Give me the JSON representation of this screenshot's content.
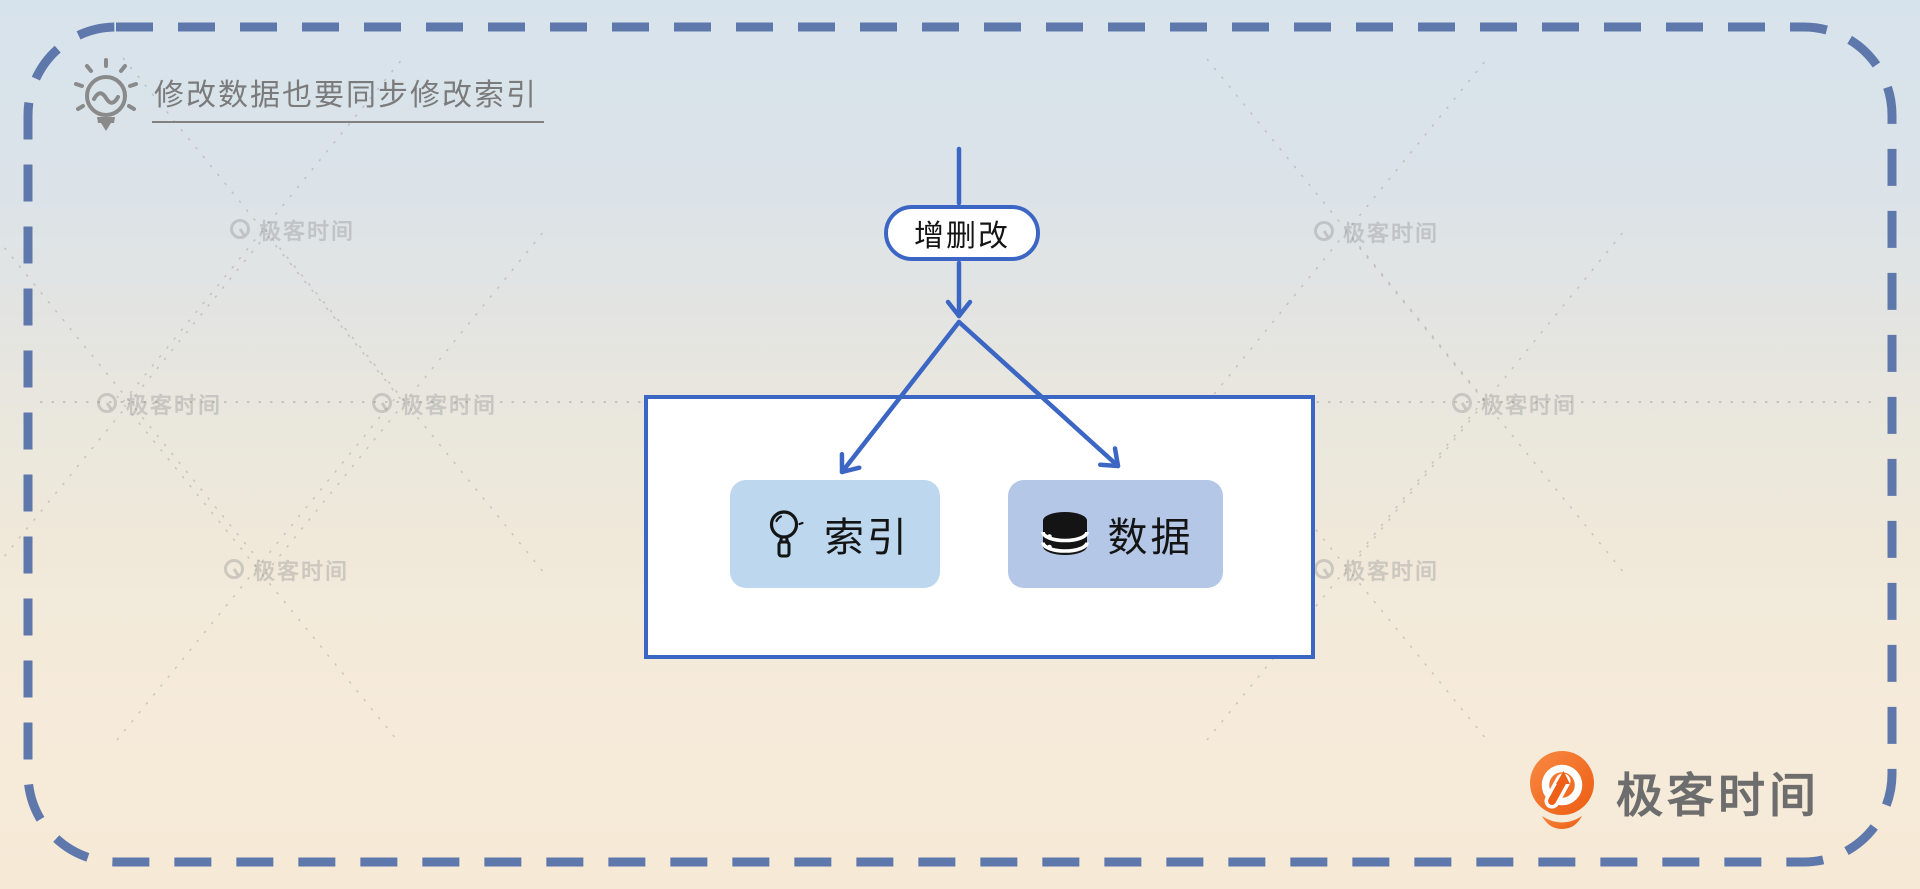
{
  "note": {
    "icon": "lightbulb-icon",
    "text": "修改数据也要同步修改索引"
  },
  "flow": {
    "source_label": "增删改",
    "targets": [
      {
        "label": "索引",
        "icon": "magnifier-icon",
        "fill": "#bdd7ee"
      },
      {
        "label": "数据",
        "icon": "database-icon",
        "fill": "#b4c7e7"
      }
    ]
  },
  "watermark_text": "极客时间",
  "brand": {
    "name": "极客时间"
  },
  "colors": {
    "arrow_blue": "#3c66c4",
    "dashed_border_blue": "#5f78ac",
    "index_box_fill": "#bdd7ee",
    "data_box_fill": "#b4c7e7",
    "note_gray": "#7b7b7b",
    "brand_orange": "#f06a1e",
    "background_top": "#d7e3ec",
    "background_bottom": "#f6e9d6"
  }
}
